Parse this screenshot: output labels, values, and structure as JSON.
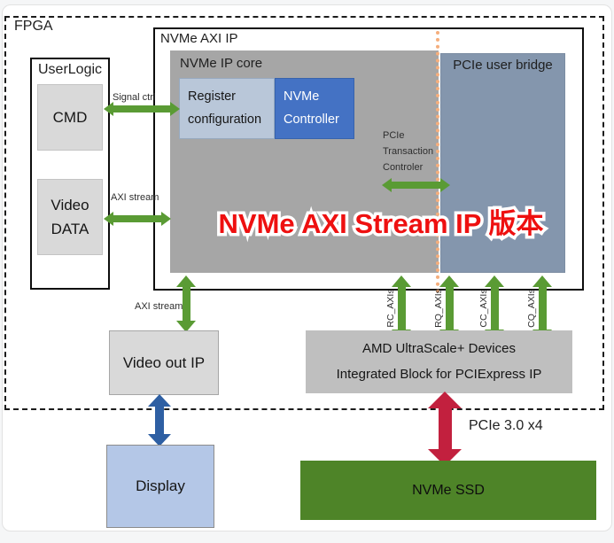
{
  "colors": {
    "arrow_green": "#5a9b34",
    "arrow_blue": "#2e5fa3",
    "arrow_red": "#c2203e",
    "ssd_green": "#4e8428",
    "core_gray": "#a6a6a6",
    "amd_gray": "#bfbfbf",
    "block_gray": "#d9d9d9",
    "bridge_blue": "#8496ad",
    "controller_blue": "#4472c4",
    "register_blue": "#b9c7d9",
    "display_blue": "#b4c7e7",
    "overlay_red": "#ee1010",
    "dotted_orange": "#f5ae7c"
  },
  "fpga": {
    "label": "FPGA"
  },
  "userlogic": {
    "title": "UserLogic",
    "cmd_label": "CMD",
    "video_line1": "Video",
    "video_line2": "DATA"
  },
  "nvme_axi_ip": {
    "title": "NVMe AXI IP",
    "core_title": "NVMe IP core",
    "register_line1": "Register",
    "register_line2": "configuration",
    "controller_line1": "NVMe",
    "controller_line2": "Controller",
    "bridge_title": "PCIe user bridge",
    "transaction_line1": "PCIe",
    "transaction_line2": "Transaction",
    "transaction_line3": "Controler"
  },
  "overlay": {
    "text": "NVMe AXI Stream IP 版本"
  },
  "connections": {
    "signal_ctrl": "Signal ctrl",
    "axi_stream_video": "AXI stream",
    "axi_stream_out": "AXI stream",
    "rc_axis": "RC_AXIs",
    "rq_axis": "RQ_AXIs",
    "cc_axis": "CC_AXIs",
    "cq_axis": "CQ_AXIs",
    "pcie_link": "PCIe 3.0 x4"
  },
  "blocks": {
    "video_out": "Video out IP",
    "amd_line1": "AMD UltraScale+ Devices",
    "amd_line2": "Integrated Block for PCIExpress IP",
    "display": "Display",
    "nvme_ssd": "NVMe SSD"
  }
}
